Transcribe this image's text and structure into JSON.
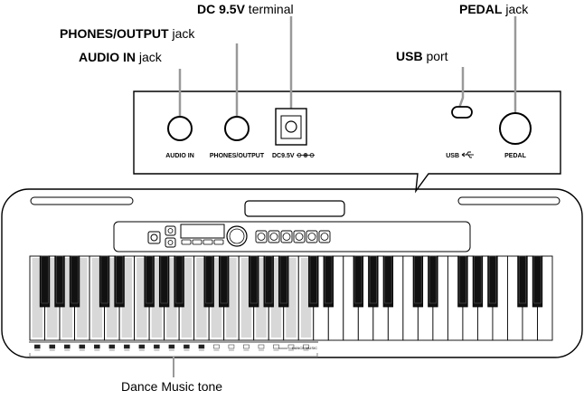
{
  "callouts": {
    "dc": {
      "bold": "DC 9.5V",
      "rest": " terminal"
    },
    "pedal": {
      "bold": "PEDAL",
      "rest": " jack"
    },
    "phones": {
      "bold": "PHONES/OUTPUT",
      "rest": " jack"
    },
    "audio": {
      "bold": "AUDIO IN",
      "rest": " jack"
    },
    "usb": {
      "bold": "USB",
      "rest": " port"
    },
    "dance": {
      "text": "Dance Music tone"
    }
  },
  "panel_labels": {
    "audio_in": "AUDIO IN",
    "phones_output": "PHONES/OUTPUT",
    "dc": "DC9.5V",
    "usb": "USB",
    "pedal": "PEDAL"
  },
  "keyboard": {
    "white_key_count": 35,
    "dance_music_label": "DANCE MUSIC"
  },
  "colors": {
    "callout_line": "#999999",
    "key_highlight": "#d8d8d8"
  }
}
